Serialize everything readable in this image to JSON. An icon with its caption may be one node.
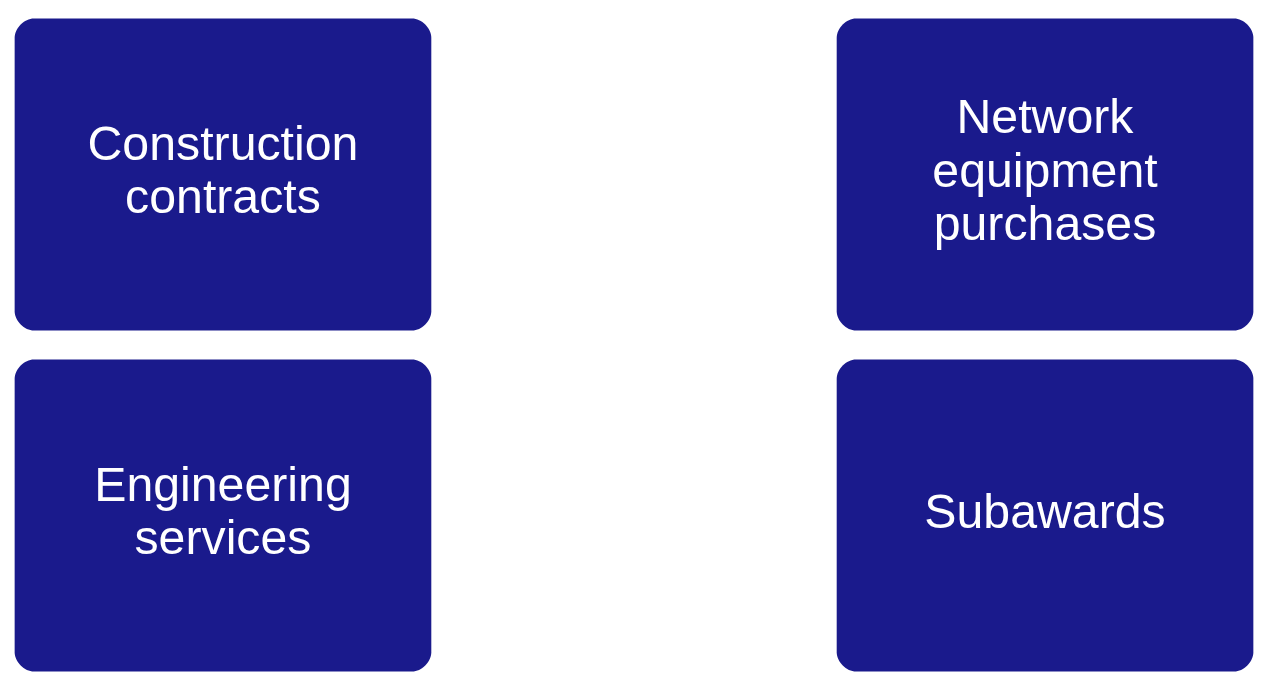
{
  "diagram": {
    "nodes": [
      {
        "text": [
          "Construction contracts"
        ]
      },
      {
        "text": [
          "Engineering services"
        ]
      },
      {
        "text": [
          "Network equipment purchases"
        ]
      },
      {
        "text": [
          "Subawards"
        ]
      }
    ]
  }
}
